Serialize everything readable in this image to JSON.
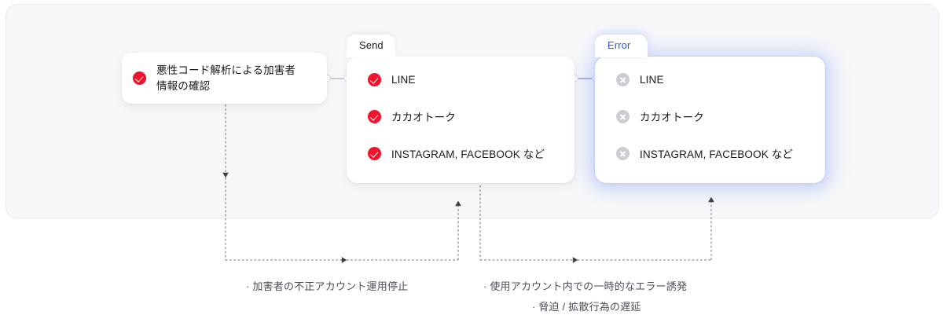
{
  "diagram": {
    "note_card": {
      "name": "note-card",
      "icon": "check-circle-icon",
      "text_line1": "悪性コード解析による加害者",
      "text_line2": "情報の確認"
    },
    "send_card": {
      "tab_label": "Send",
      "items": [
        {
          "icon": "check-circle-icon",
          "label": "LINE",
          "status": "success"
        },
        {
          "icon": "check-circle-icon",
          "label": "カカオトーク",
          "status": "success"
        },
        {
          "icon": "check-circle-icon",
          "label": "INSTAGRAM, FACEBOOK など",
          "status": "success"
        }
      ]
    },
    "error_card": {
      "tab_label": "Error",
      "items": [
        {
          "icon": "x-circle-icon",
          "label": "LINE",
          "status": "error"
        },
        {
          "icon": "x-circle-icon",
          "label": "カカオトーク",
          "status": "error"
        },
        {
          "icon": "x-circle-icon",
          "label": "INSTAGRAM, FACEBOOK など",
          "status": "error"
        }
      ]
    },
    "captions": {
      "left": "· 加害者の不正アカウント運用停止",
      "right_line1": "· 使用アカウント内での一時的なエラー誘発",
      "right_line2": "· 脅迫 / 拡散行為の遅延"
    },
    "colors": {
      "success": "#f3122c",
      "error_icon": "#cbcdd2",
      "error_accent": "#2b55f0",
      "panel_bg": "#f7f8f9",
      "wire": "#6b6f78"
    }
  }
}
